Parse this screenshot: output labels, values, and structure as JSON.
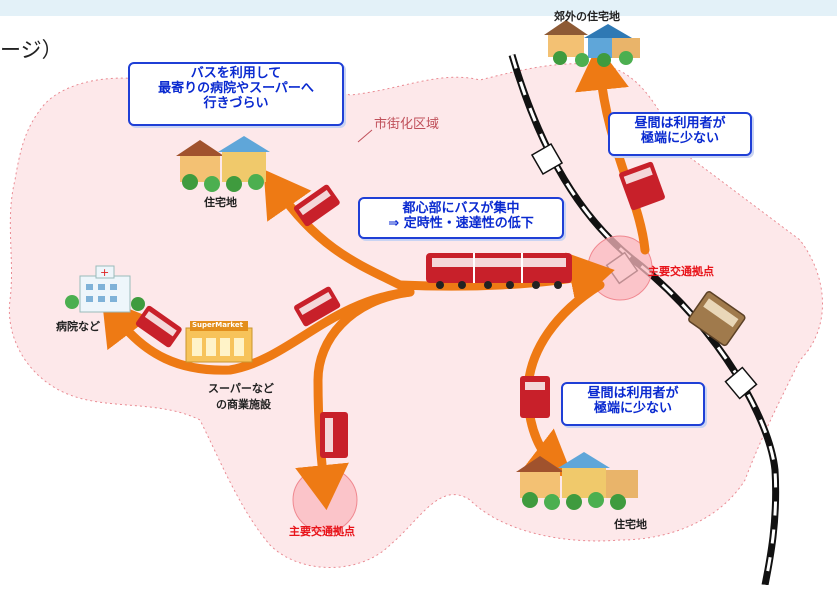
{
  "title_fragment": "ージ）",
  "zone_label": "市街化区域",
  "callouts": {
    "bus_access": [
      "バスを利用して",
      "最寄りの病院やスーパーへ",
      "行きづらい"
    ],
    "concentration": [
      "都心部にバスが集中",
      "⇒ 定時性・速達性の低下"
    ],
    "low_users_top": [
      "昼間は利用者が",
      "極端に少ない"
    ],
    "low_users_bottom": [
      "昼間は利用者が",
      "極端に少ない"
    ]
  },
  "places": {
    "suburb": "郊外の住宅地",
    "residential_north": "住宅地",
    "hospital": "病院など",
    "supermarket_sign": "SuperMarket",
    "supermarket": [
      "スーパーなど",
      "の商業施設"
    ],
    "residential_south": "住宅地",
    "hub_main": "主要交通拠点",
    "hub_south": "主要交通拠点"
  },
  "colors": {
    "zone_fill": "#fde8ea",
    "zone_border": "#e98a92",
    "arrow": "#ee7a14",
    "callout_border": "#1f3fd6",
    "callout_text": "#0a2ad0",
    "hub_text": "#e8141a",
    "bus_red": "#c8202a"
  }
}
